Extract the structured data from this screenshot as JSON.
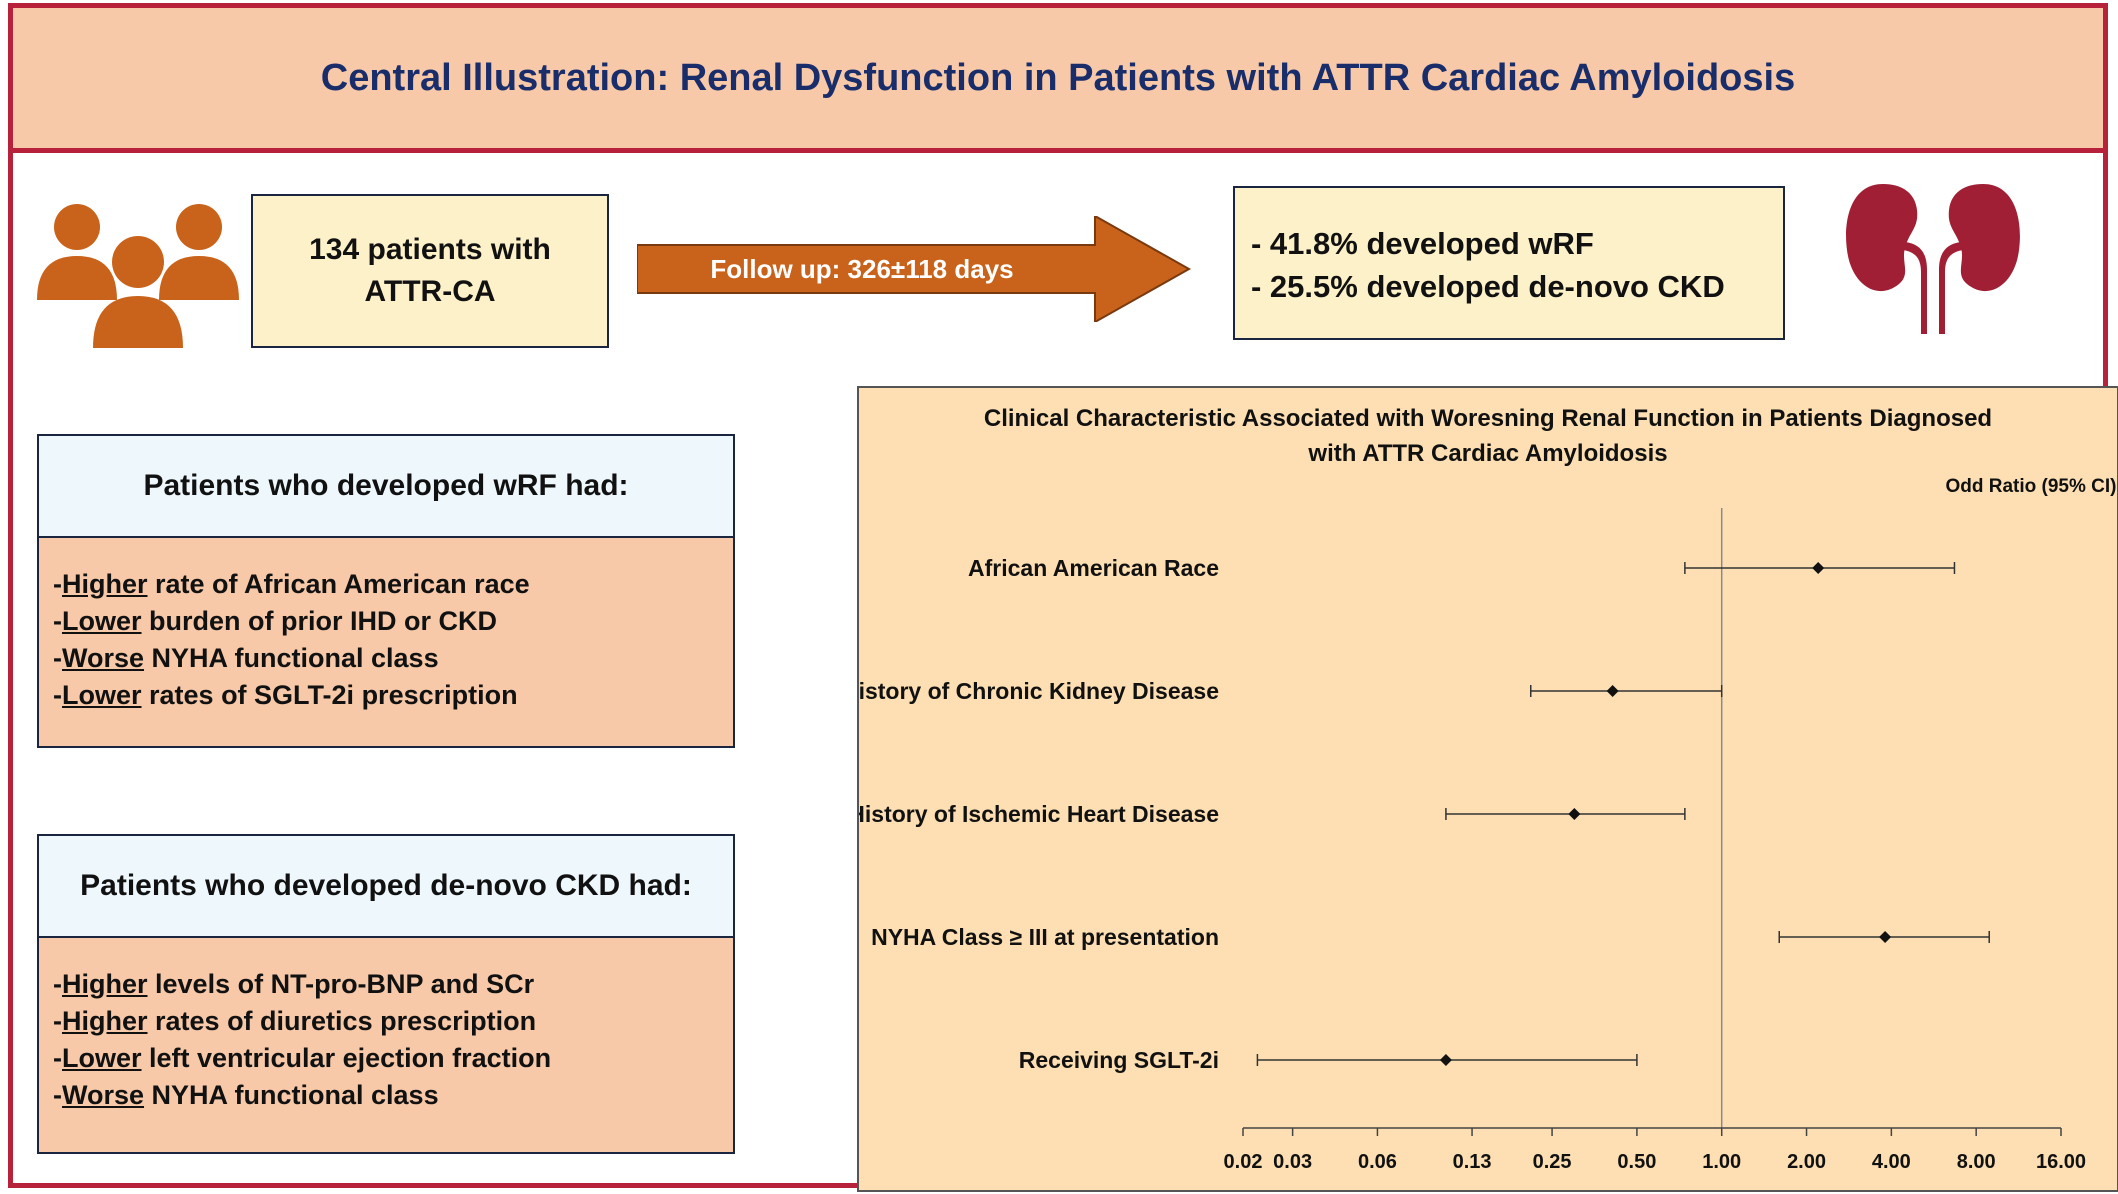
{
  "header": {
    "title": "Central Illustration: Renal Dysfunction in Patients with ATTR Cardiac Amyloidosis"
  },
  "colors": {
    "border": "#b8213a",
    "title": "#1a2d6b",
    "people": "#c9621a",
    "kidney": "#a01f35",
    "arrow": "#c9621a",
    "peach": "#f7c9a9",
    "cream": "#fdf1c9",
    "chart_bg": "#fddfb3"
  },
  "icons": {
    "people": "people-group-icon",
    "kidney": "kidneys-icon"
  },
  "cohort": {
    "line1": "134 patients with",
    "line2": "ATTR-CA"
  },
  "followup": {
    "label": "Follow up: 326±118 days"
  },
  "outcomes": {
    "line1": "- 41.8% developed wRF",
    "line2": "- 25.5% developed de-novo CKD"
  },
  "wrf_panel": {
    "title": "Patients who developed wRF had:",
    "items": [
      {
        "prefix": "-",
        "key": "Higher",
        "rest": " rate of African American race"
      },
      {
        "prefix": "-",
        "key": "Lower",
        "rest": " burden of prior IHD or CKD"
      },
      {
        "prefix": "-",
        "key": "Worse",
        "rest": " NYHA functional class"
      },
      {
        "prefix": "-",
        "key": "Lower",
        "rest": " rates of SGLT-2i prescription"
      }
    ]
  },
  "ckd_panel": {
    "title": "Patients who developed de-novo CKD had:",
    "items": [
      {
        "prefix": "-",
        "key": "Higher",
        "rest": " levels of NT-pro-BNP and SCr"
      },
      {
        "prefix": "-",
        "key": "Higher",
        "rest": " rates of diuretics prescription"
      },
      {
        "prefix": "-",
        "key": "Lower",
        "rest": " left ventricular ejection fraction"
      },
      {
        "prefix": "-",
        "key": "Worse",
        "rest": " NYHA functional class"
      }
    ]
  },
  "chart_data": {
    "type": "forest",
    "title_line1": "Clinical Characteristic Associated with Woresning Renal Function in Patients Diagnosed",
    "title_line2": "with ATTR Cardiac Amyloidosis",
    "column_label": "Odd Ratio (95% CI)",
    "scale": "log2",
    "xlim": [
      0.02,
      16.0
    ],
    "x_ticks": [
      0.02,
      0.03,
      0.06,
      0.13,
      0.25,
      0.5,
      1.0,
      2.0,
      4.0,
      8.0,
      16.0
    ],
    "x_tick_labels": [
      "0.02",
      "0.03",
      "0.06",
      "0.13",
      "0.25",
      "0.50",
      "1.00",
      "2.00",
      "4.00",
      "8.00",
      "16.00"
    ],
    "reference_line": 1.0,
    "rows": [
      {
        "label": "African American Race",
        "or": 2.2,
        "lo": 0.74,
        "hi": 6.7
      },
      {
        "label": "History of Chronic Kidney Disease",
        "or": 0.41,
        "lo": 0.21,
        "hi": 1.0
      },
      {
        "label": "History of Ischemic Heart Disease",
        "or": 0.3,
        "lo": 0.105,
        "hi": 0.74
      },
      {
        "label": "NYHA Class ≥ III at presentation",
        "or": 3.8,
        "lo": 1.6,
        "hi": 8.9
      },
      {
        "label": "Receiving SGLT-2i",
        "or": 0.105,
        "lo": 0.0225,
        "hi": 0.5
      }
    ]
  }
}
